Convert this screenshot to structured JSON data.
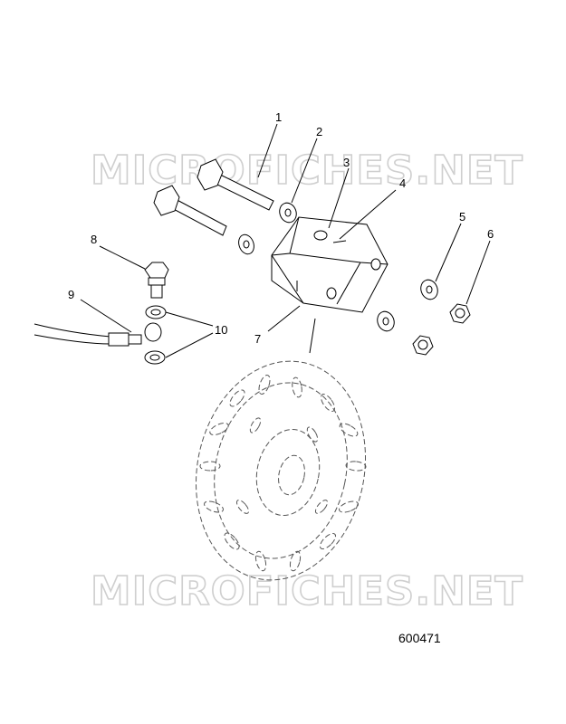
{
  "watermark": {
    "text": "MICROFICHES.NET"
  },
  "callouts": [
    "1",
    "2",
    "3",
    "4",
    "5",
    "6",
    "7",
    "8",
    "9",
    "10"
  ],
  "drawing_number": "600471",
  "colors": {
    "line": "#000000",
    "watermark": "#cfcfcf",
    "background": "#ffffff"
  }
}
